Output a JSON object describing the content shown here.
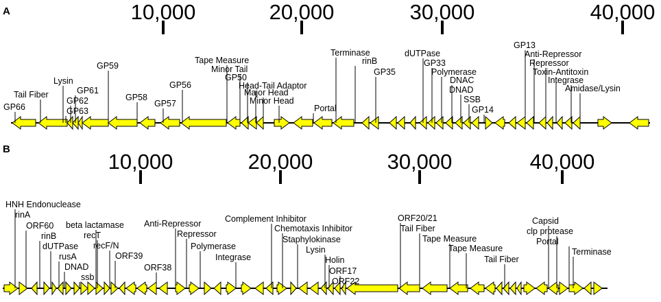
{
  "panels": [
    {
      "label": "A",
      "scale_labels": [
        "10,000",
        "20,000",
        "30,000",
        "40,000"
      ],
      "genes": [
        "GP66",
        "Tail Fiber",
        "Lysin",
        "GP63",
        "GP62",
        "GP61",
        "GP59",
        "GP58",
        "GP57",
        "GP56",
        "Tape Measure",
        "Minor Tail",
        "GP50",
        "Head-Tail Adaptor",
        "Major Head",
        "Minor Head",
        "Portal",
        "Terminase",
        "rinB",
        "GP35",
        "dUTPase",
        "GP33",
        "Polymerase",
        "DNAC",
        "DNAD",
        "SSB",
        "GP14",
        "GP13",
        "Anti-Repressor",
        "Repressor",
        "Toxin-Antitoxin",
        "Integrase",
        "Amidase/Lysin"
      ]
    },
    {
      "label": "B",
      "scale_labels": [
        "10,000",
        "20,000",
        "30,000",
        "40,000"
      ],
      "genes": [
        "HNH Endonuclease",
        "rinA",
        "ORF60",
        "rinB",
        "dUTPase",
        "rusA",
        "DNAD",
        "ssb",
        "beta lactamase",
        "recT",
        "recF/N",
        "ORF39",
        "ORF38",
        "Anti-Repressor",
        "Repressor",
        "Polymerase",
        "Integrase",
        "Complement Inhibitor",
        "Chemotaxis Inhibitor",
        "Staphylokinase",
        "Lysin",
        "Holin",
        "ORF17",
        "ORF22",
        "ORF20/21",
        "Tail Fiber",
        "Tape Measure",
        "Tape Measure",
        "Tail Fiber",
        "Capsid",
        "clp protease",
        "Portal",
        "Terminase"
      ]
    }
  ],
  "colors": {
    "gene_fill": "#ffff00",
    "outline": "#000000"
  }
}
